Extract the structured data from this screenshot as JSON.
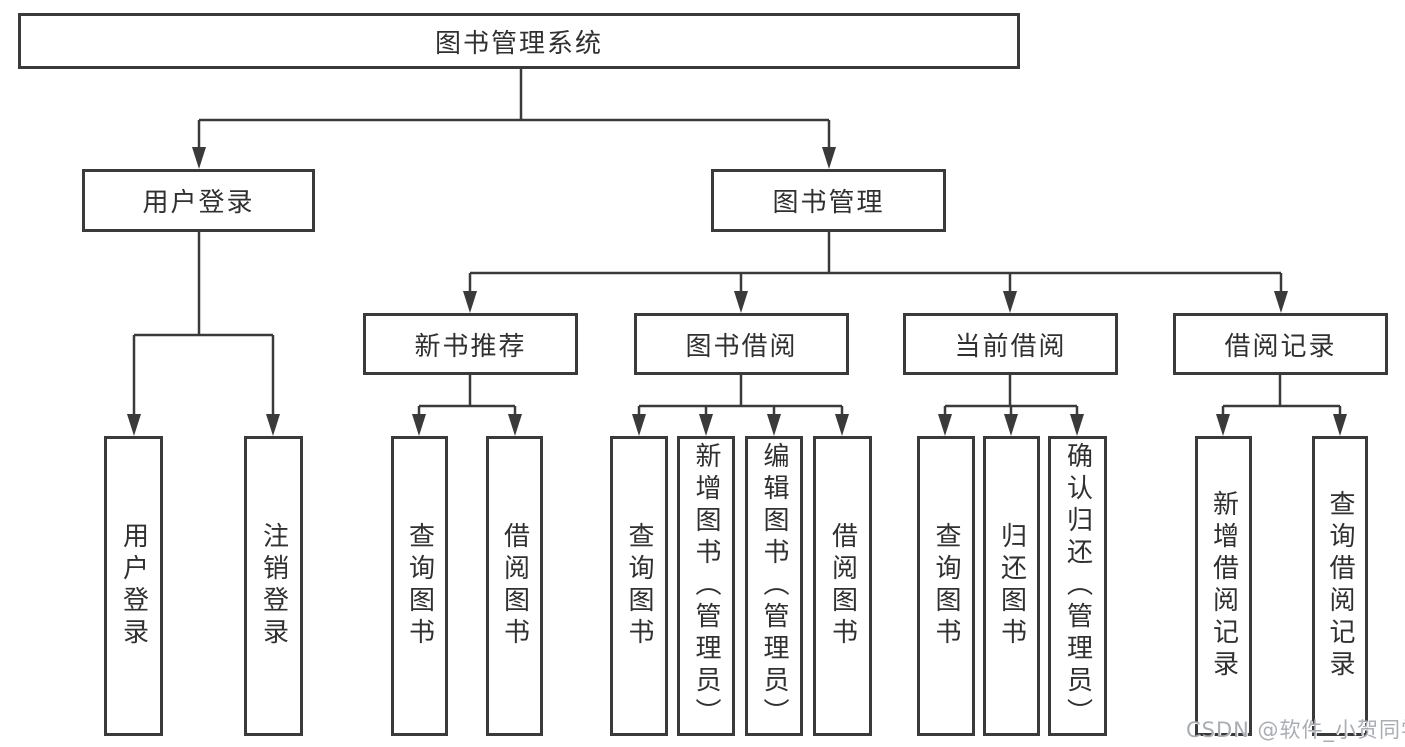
{
  "diagram": {
    "root": {
      "label": "图书管理系统"
    },
    "level2": {
      "user_login": {
        "label": "用户登录",
        "children": {
          "login": "用户登录",
          "logout": "注销登录"
        }
      },
      "book_management": {
        "label": "图书管理",
        "sections": {
          "new_book_recommend": {
            "label": "新书推荐",
            "children": {
              "query_book": "查询图书",
              "borrow_book": "借阅图书"
            }
          },
          "book_borrowing": {
            "label": "图书借阅",
            "children": {
              "query_book": "查询图书",
              "add_book": "新增图书（管理员）",
              "edit_book": "编辑图书（管理员）",
              "borrow_book": "借阅图书"
            }
          },
          "current_borrowing": {
            "label": "当前借阅",
            "children": {
              "query_book": "查询图书",
              "return_book": "归还图书",
              "confirm_return": "确认归还（管理员）"
            }
          },
          "borrowing_records": {
            "label": "借阅记录",
            "children": {
              "add_record": "新增借阅记录",
              "query_record": "查询借阅记录"
            }
          }
        }
      }
    }
  },
  "watermark": {
    "text": "CSDN @软件_小贺同学"
  },
  "colors": {
    "line": "#3a3a3a",
    "text": "#303030",
    "watermark": "#a9adb4",
    "background": "#ffffff"
  }
}
